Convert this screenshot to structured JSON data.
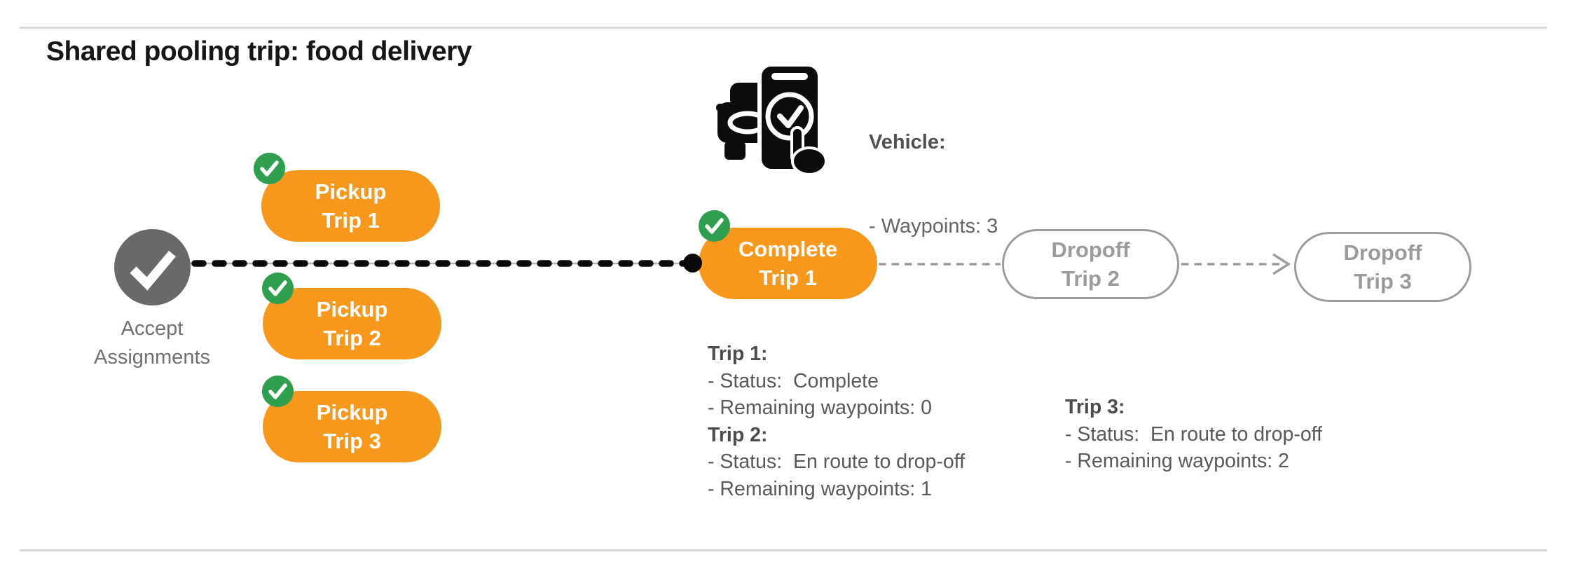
{
  "page": {
    "title": "Shared pooling trip: food delivery"
  },
  "vehicle": {
    "icon": "car-phone-check-icon",
    "label": "Vehicle:",
    "waypoints_line": "- Waypoints: 3"
  },
  "flow": {
    "accept": {
      "icon": "check-circle-icon",
      "line1": "Accept",
      "line2": "Assignments"
    },
    "nodes": [
      {
        "id": "pickup-trip-1",
        "line1": "Pickup",
        "line2": "Trip 1",
        "style": "orange-filled",
        "status_icon": "green-check-badge"
      },
      {
        "id": "pickup-trip-2",
        "line1": "Pickup",
        "line2": "Trip 2",
        "style": "orange-filled",
        "status_icon": "green-check-badge"
      },
      {
        "id": "pickup-trip-3",
        "line1": "Pickup",
        "line2": "Trip 3",
        "style": "orange-filled",
        "status_icon": "green-check-badge"
      },
      {
        "id": "complete-trip-1",
        "line1": "Complete",
        "line2": "Trip 1",
        "style": "orange-filled",
        "status_icon": "green-check-badge"
      },
      {
        "id": "dropoff-trip-2",
        "line1": "Dropoff",
        "line2": "Trip 2",
        "style": "gray-outline",
        "status_icon": null
      },
      {
        "id": "dropoff-trip-3",
        "line1": "Dropoff",
        "line2": "Trip 3",
        "style": "gray-outline",
        "status_icon": null
      }
    ],
    "connectors": [
      {
        "from": "accept-assignments",
        "to": "waypoint-dot",
        "style": "black-dashed"
      },
      {
        "from": "complete-trip-1",
        "to": "dropoff-trip-2",
        "style": "gray-dashed"
      },
      {
        "from": "dropoff-trip-2",
        "to": "dropoff-trip-3",
        "style": "gray-dashed-arrow"
      }
    ]
  },
  "info_blocks": [
    {
      "title": "Trip 1:",
      "lines": [
        "- Status:  Complete",
        "- Remaining waypoints: 0"
      ]
    },
    {
      "title": "Trip 2:",
      "lines": [
        "- Status:  En route to drop-off",
        "- Remaining waypoints: 1"
      ]
    },
    {
      "title": "Trip 3:",
      "lines": [
        "- Status:  En route to drop-off",
        "- Remaining waypoints: 2"
      ]
    }
  ],
  "colors": {
    "accent_orange": "#F7981D",
    "success_green": "#2F9E4F",
    "node_gray": "#696969",
    "outline_gray": "#9C9C9C",
    "text_dark": "#161616",
    "text_gray": "#58595C",
    "divider_gray": "#D8D8D8",
    "connector_black": "#0A0A0A"
  }
}
